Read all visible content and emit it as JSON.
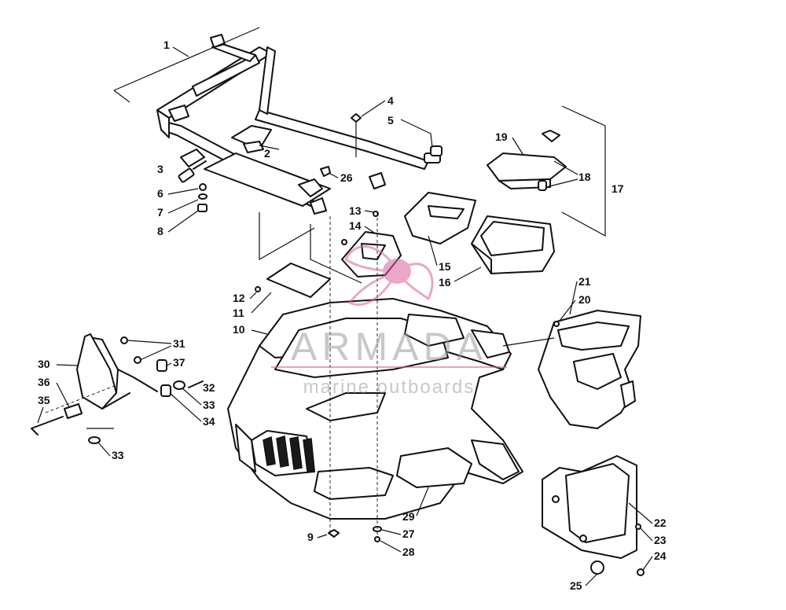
{
  "watermark": {
    "title": "ARMADA",
    "subtitle": "marine outboards",
    "accent_color": "#d9609a"
  },
  "callouts": {
    "c1": "1",
    "c2": "2",
    "c3": "3",
    "c4": "4",
    "c5": "5",
    "c6": "6",
    "c7": "7",
    "c8": "8",
    "c9": "9",
    "c10": "10",
    "c11": "11",
    "c12": "12",
    "c13": "13",
    "c14": "14",
    "c15": "15",
    "c16": "16",
    "c17": "17",
    "c18": "18",
    "c19": "19",
    "c20": "20",
    "c21": "21",
    "c22": "22",
    "c23": "23",
    "c24": "24",
    "c25": "25",
    "c26": "26",
    "c27": "27",
    "c28": "28",
    "c29": "29",
    "c30": "30",
    "c31": "31",
    "c32": "32",
    "c33a": "33",
    "c33b": "33",
    "c34": "34",
    "c35": "35",
    "c36": "36",
    "c37": "37"
  }
}
